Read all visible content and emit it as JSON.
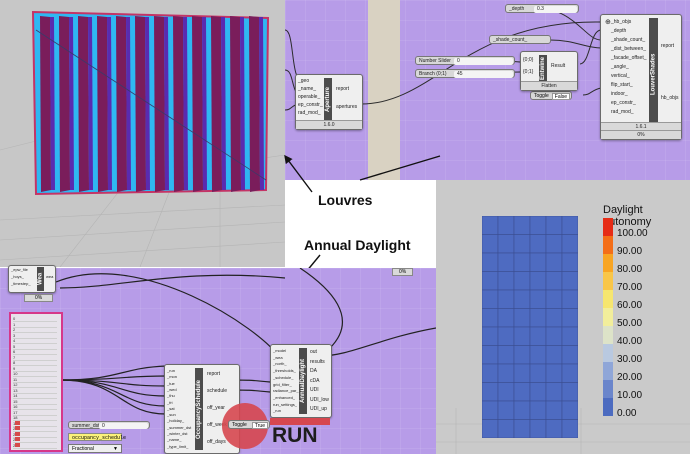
{
  "rhino_view": {
    "description": "facade with vertical louvres"
  },
  "labels": {
    "louvres": "Louvres",
    "annual_daylight": "Annual Daylight",
    "run": "RUN"
  },
  "top_canvas": {
    "slider_depth": {
      "label": "_depth",
      "value": "0.3"
    },
    "slider_shade_count": {
      "label": "_shade_count_",
      "value": ""
    },
    "number_slider_1": {
      "label": "Number Slider",
      "value": "0"
    },
    "number_slider_2": {
      "label": "Branch (0;1)",
      "value": "45"
    },
    "toggle": {
      "label": "Toggle",
      "value": "False"
    },
    "aperture": {
      "title": "Aperture",
      "inputs": [
        "_geo",
        "_name_",
        "operable_",
        "ep_constr_",
        "rad_mod_"
      ],
      "outputs": [
        "report",
        "apertures"
      ],
      "version": "1.6.0"
    },
    "entwine": {
      "title": "Entwine",
      "inputs": [
        "{0;0}",
        "{0;1}"
      ],
      "output": "Result",
      "footer": "Flatten"
    },
    "louver_shades": {
      "title": "LouverShades",
      "inputs": [
        "_hb_objs",
        "_depth",
        "_shade_count_",
        "_dist_between_",
        "_facade_offset_",
        "_angle_",
        "vertical_",
        "flip_start_",
        "indoor_",
        "ep_constr_",
        "rad_mod_"
      ],
      "outputs": [
        "report",
        "hb_objs"
      ],
      "version": "1.6.1",
      "progress": "0%"
    }
  },
  "bottom_canvas": {
    "wea": {
      "title": "Wea",
      "inputs": [
        "_epw_file",
        "_hoys_",
        "_timestep_"
      ],
      "output": "wea",
      "progress": "0%"
    },
    "schedule": {
      "title": "OccupancySchedule",
      "inputs": [
        "_run",
        "_mon",
        "_tue",
        "_wed",
        "_thu",
        "_fri",
        "_sat",
        "_sun",
        "_holiday_",
        "_summer_dst",
        "_winter_dst",
        "_name_",
        "_type_limit_"
      ],
      "outputs": [
        "report",
        "schedule",
        "off_year",
        "off_week",
        "off_days"
      ]
    },
    "annual_daylight": {
      "title": "AnnualDaylight",
      "inputs": [
        "_model",
        "_wea",
        "_north_",
        "_thresholds_",
        "_schedule_",
        "grid_filter_",
        "radiance_par_",
        "_enhanced_",
        "run_settings_",
        "_run"
      ],
      "outputs": [
        "out",
        "results",
        "DA",
        "cDA",
        "UDI",
        "UDI_low",
        "UDI_up"
      ]
    },
    "summer_slider": {
      "label": "summer_dst",
      "value": "0"
    },
    "occupancy_panel": "occupancy_schedule",
    "fractional": "Fractional",
    "toggle": {
      "label": "Toggle",
      "value": "True"
    },
    "progress": "0%",
    "list_rows": [
      "0",
      "1",
      "2",
      "3",
      "4",
      "5",
      "6",
      "7",
      "8",
      "9",
      "10",
      "11",
      "12",
      "13",
      "14",
      "15",
      "16",
      "17",
      "18",
      "19",
      "20",
      "21",
      "22",
      "23"
    ]
  },
  "legend": {
    "title": "Daylight autonomy",
    "ticks": [
      "100.00",
      "90.00",
      "80.00",
      "70.00",
      "60.00",
      "50.00",
      "40.00",
      "30.00",
      "20.00",
      "10.00",
      "0.00"
    ],
    "colors": [
      "#e62c16",
      "#f46e18",
      "#f8a523",
      "#f9c648",
      "#f6e66f",
      "#f2ee9b",
      "#dde3c8",
      "#b9c9e0",
      "#8fa6d8",
      "#6a85cb",
      "#4c6bc0"
    ]
  },
  "colors": {
    "canvas": "#b79ce8",
    "louvre_dark": "#7a1d5b",
    "louvre_light": "#2fb7f2",
    "grid_cell": "#4e6bc1",
    "run_red": "#d6474f"
  }
}
